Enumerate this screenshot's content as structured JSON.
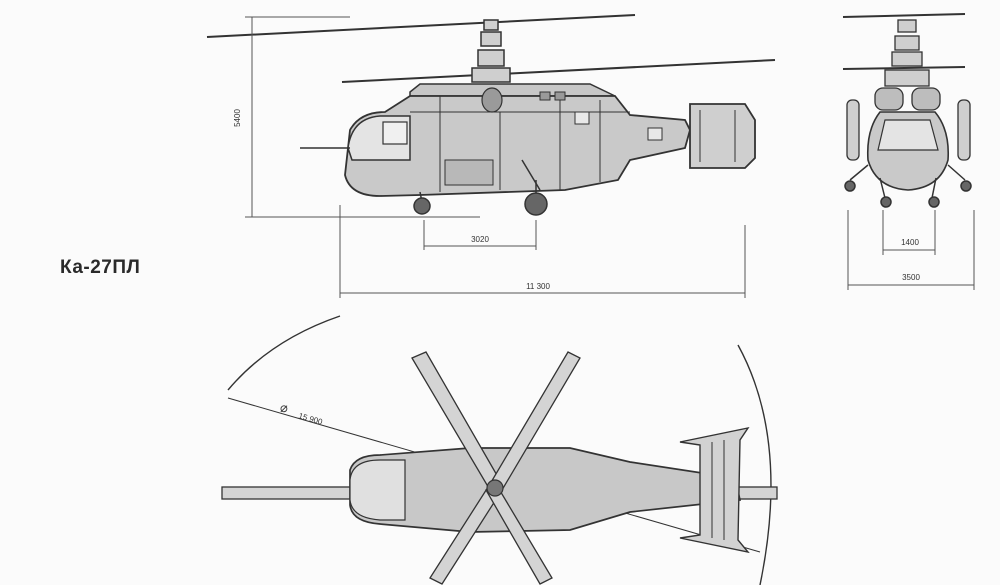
{
  "title": "Ка-27ПЛ",
  "dimensions": {
    "height": "5400",
    "wheel_track": "3020",
    "length": "11 300",
    "front_track": "1400",
    "front_width": "3500",
    "rotor_diameter": "15 900",
    "rotor_diameter_symbol": "⌀"
  }
}
